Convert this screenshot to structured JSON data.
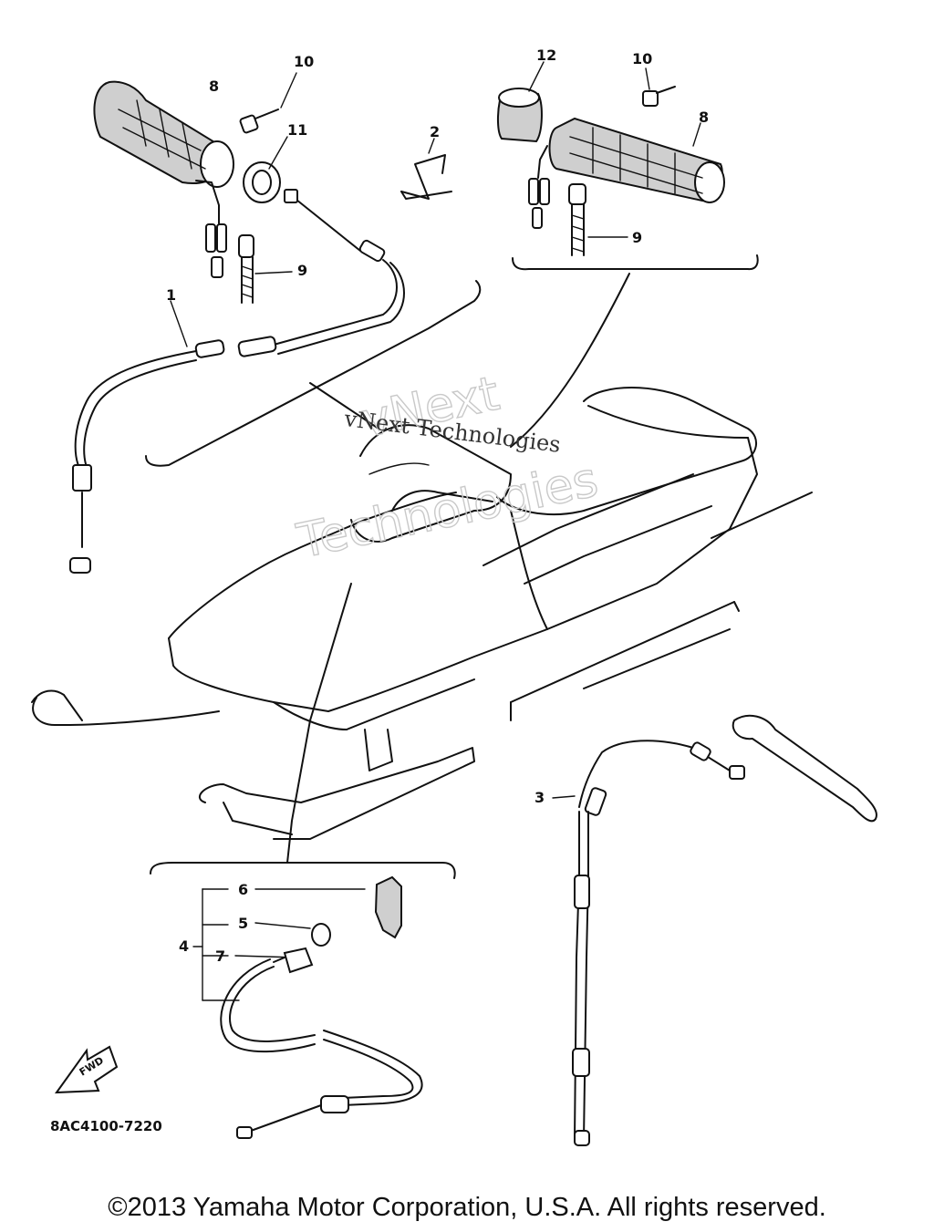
{
  "diagram": {
    "callouts": [
      {
        "id": "c1",
        "label": "1"
      },
      {
        "id": "c2",
        "label": "2"
      },
      {
        "id": "c3",
        "label": "3"
      },
      {
        "id": "c4",
        "label": "4"
      },
      {
        "id": "c5",
        "label": "5"
      },
      {
        "id": "c6",
        "label": "6"
      },
      {
        "id": "c7",
        "label": "7"
      },
      {
        "id": "c8a",
        "label": "8"
      },
      {
        "id": "c8b",
        "label": "8"
      },
      {
        "id": "c9a",
        "label": "9"
      },
      {
        "id": "c9b",
        "label": "9"
      },
      {
        "id": "c10a",
        "label": "10"
      },
      {
        "id": "c10b",
        "label": "10"
      },
      {
        "id": "c11",
        "label": "11"
      },
      {
        "id": "c12",
        "label": "12"
      }
    ],
    "fwd_label": "FWD",
    "part_code": "8AC4100-7220"
  },
  "watermark": {
    "large_line1": "vNext",
    "large_line2": "Technologies",
    "small": "vNext Technologies"
  },
  "footer": {
    "copyright": "©2013 Yamaha Motor Corporation, U.S.A. All rights reserved."
  }
}
